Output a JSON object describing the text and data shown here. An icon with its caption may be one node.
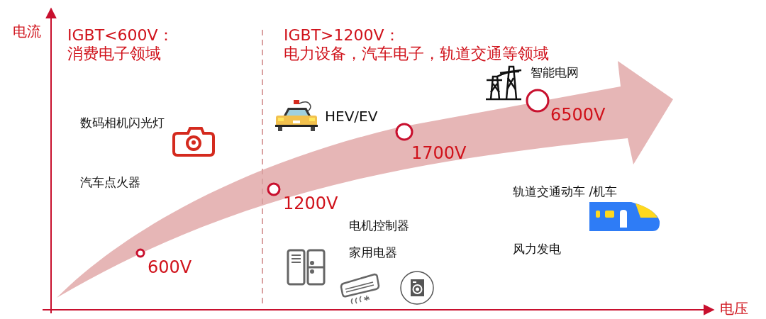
{
  "diagram": {
    "labels": [
      "电流",
      "IGBT<600V：",
      "消费电子领域",
      "IGBT>1200V：",
      "电力设备，汽车电子，轨道交通等领域",
      "智能电网",
      "HEV/EV",
      "6500V",
      "数码相机闪光灯",
      "1700V",
      "汽车点火器",
      "轨道交通动车 /机车",
      "1200V",
      "电机控制器",
      "家用电器",
      "风力发电",
      "600V",
      "电压"
    ]
  }
}
